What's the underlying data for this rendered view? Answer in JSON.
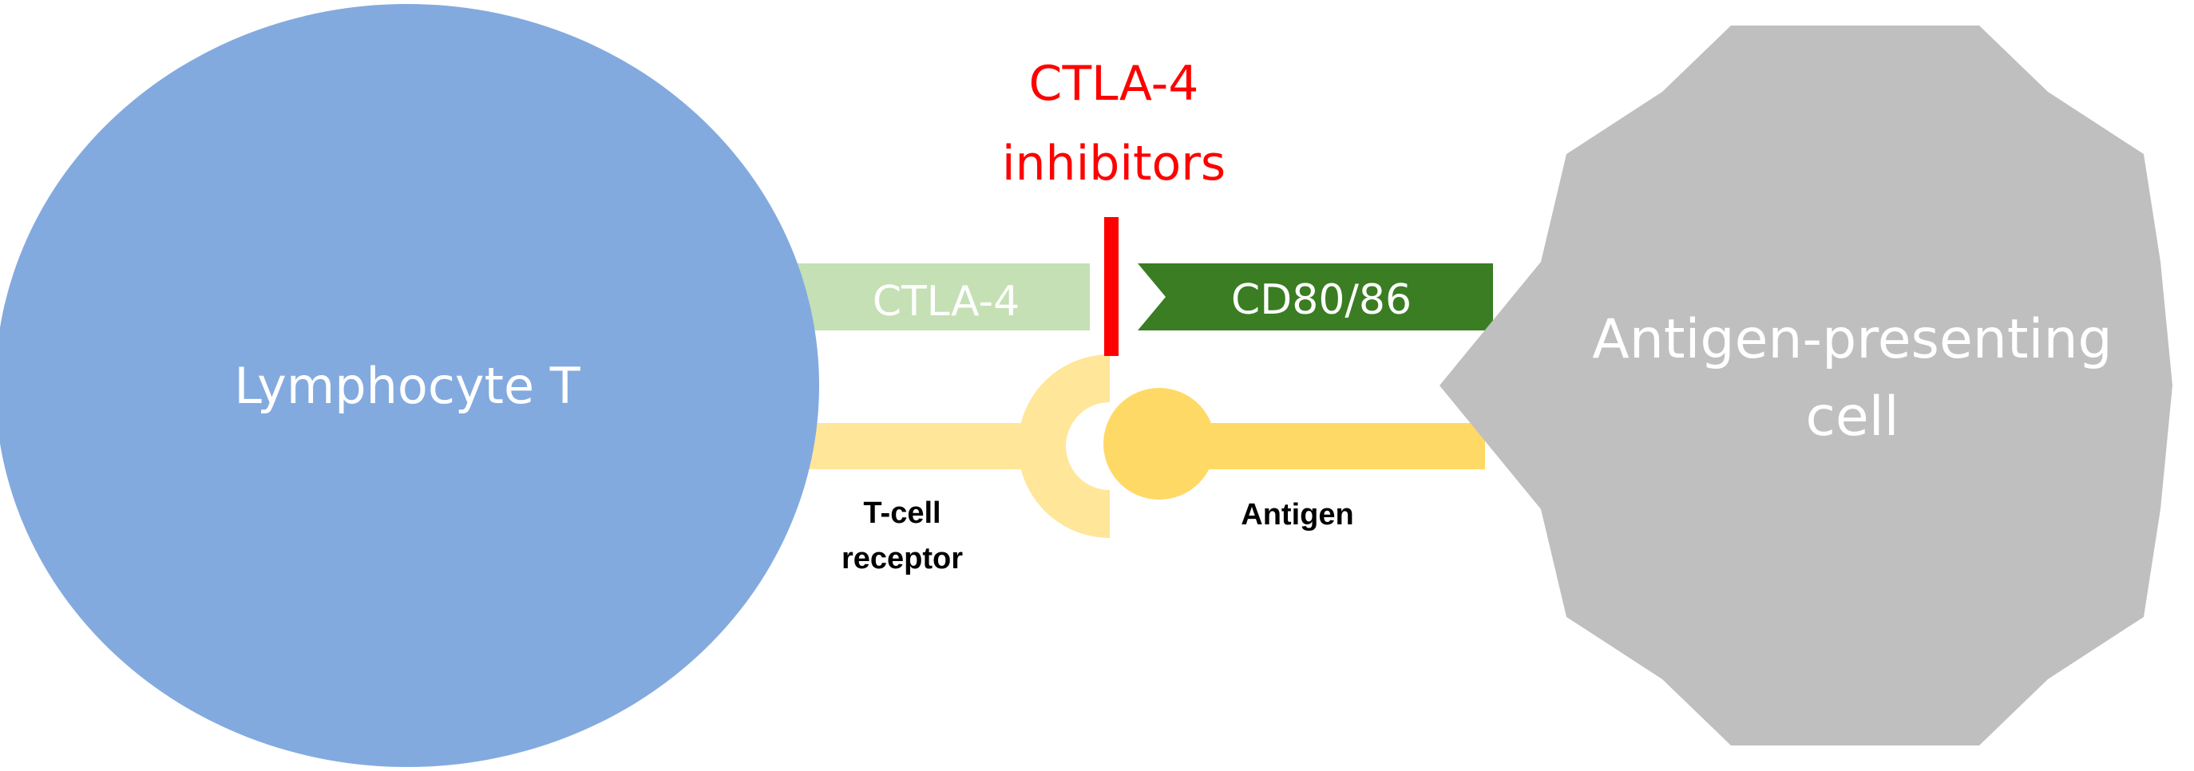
{
  "labels": {
    "lymphocyte": "Lymphocyte T",
    "apc_line1": "Antigen-presenting",
    "apc_line2": "cell",
    "ctla4": "CTLA-4",
    "cd80_86": "CD80/86",
    "inhibitor_line1": "CTLA-4",
    "inhibitor_line2": "inhibitors",
    "tcr_line1": "T-cell",
    "tcr_line2": "receptor",
    "antigen": "Antigen"
  },
  "colors": {
    "lymphocyte": "#83aadf",
    "apc": "#bfbfbf",
    "ctla4": "#c5e0b4",
    "cd80_86": "#3a7d22",
    "tcr": "#ffe699",
    "antigen": "#ffd966",
    "inhibitor": "#ff0000"
  }
}
